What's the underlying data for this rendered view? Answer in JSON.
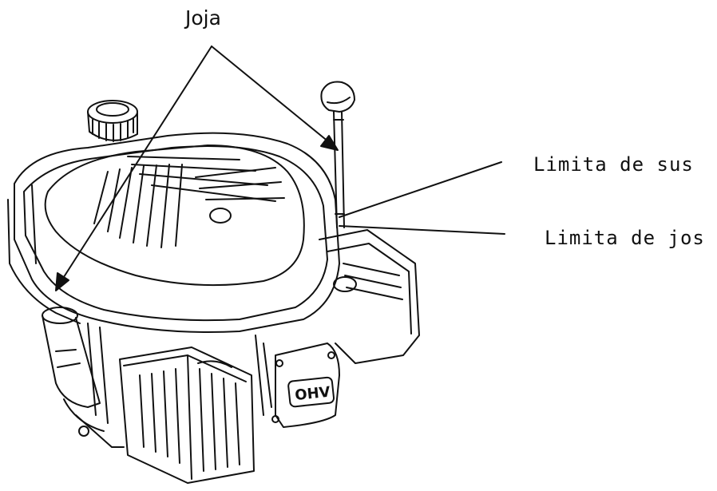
{
  "labels": {
    "dipstick": "Joja",
    "upper_limit": "Limita de sus",
    "lower_limit": "Limita de jos"
  },
  "engine_badge": "OHV",
  "colors": {
    "ink": "#111111",
    "background": "#ffffff"
  }
}
